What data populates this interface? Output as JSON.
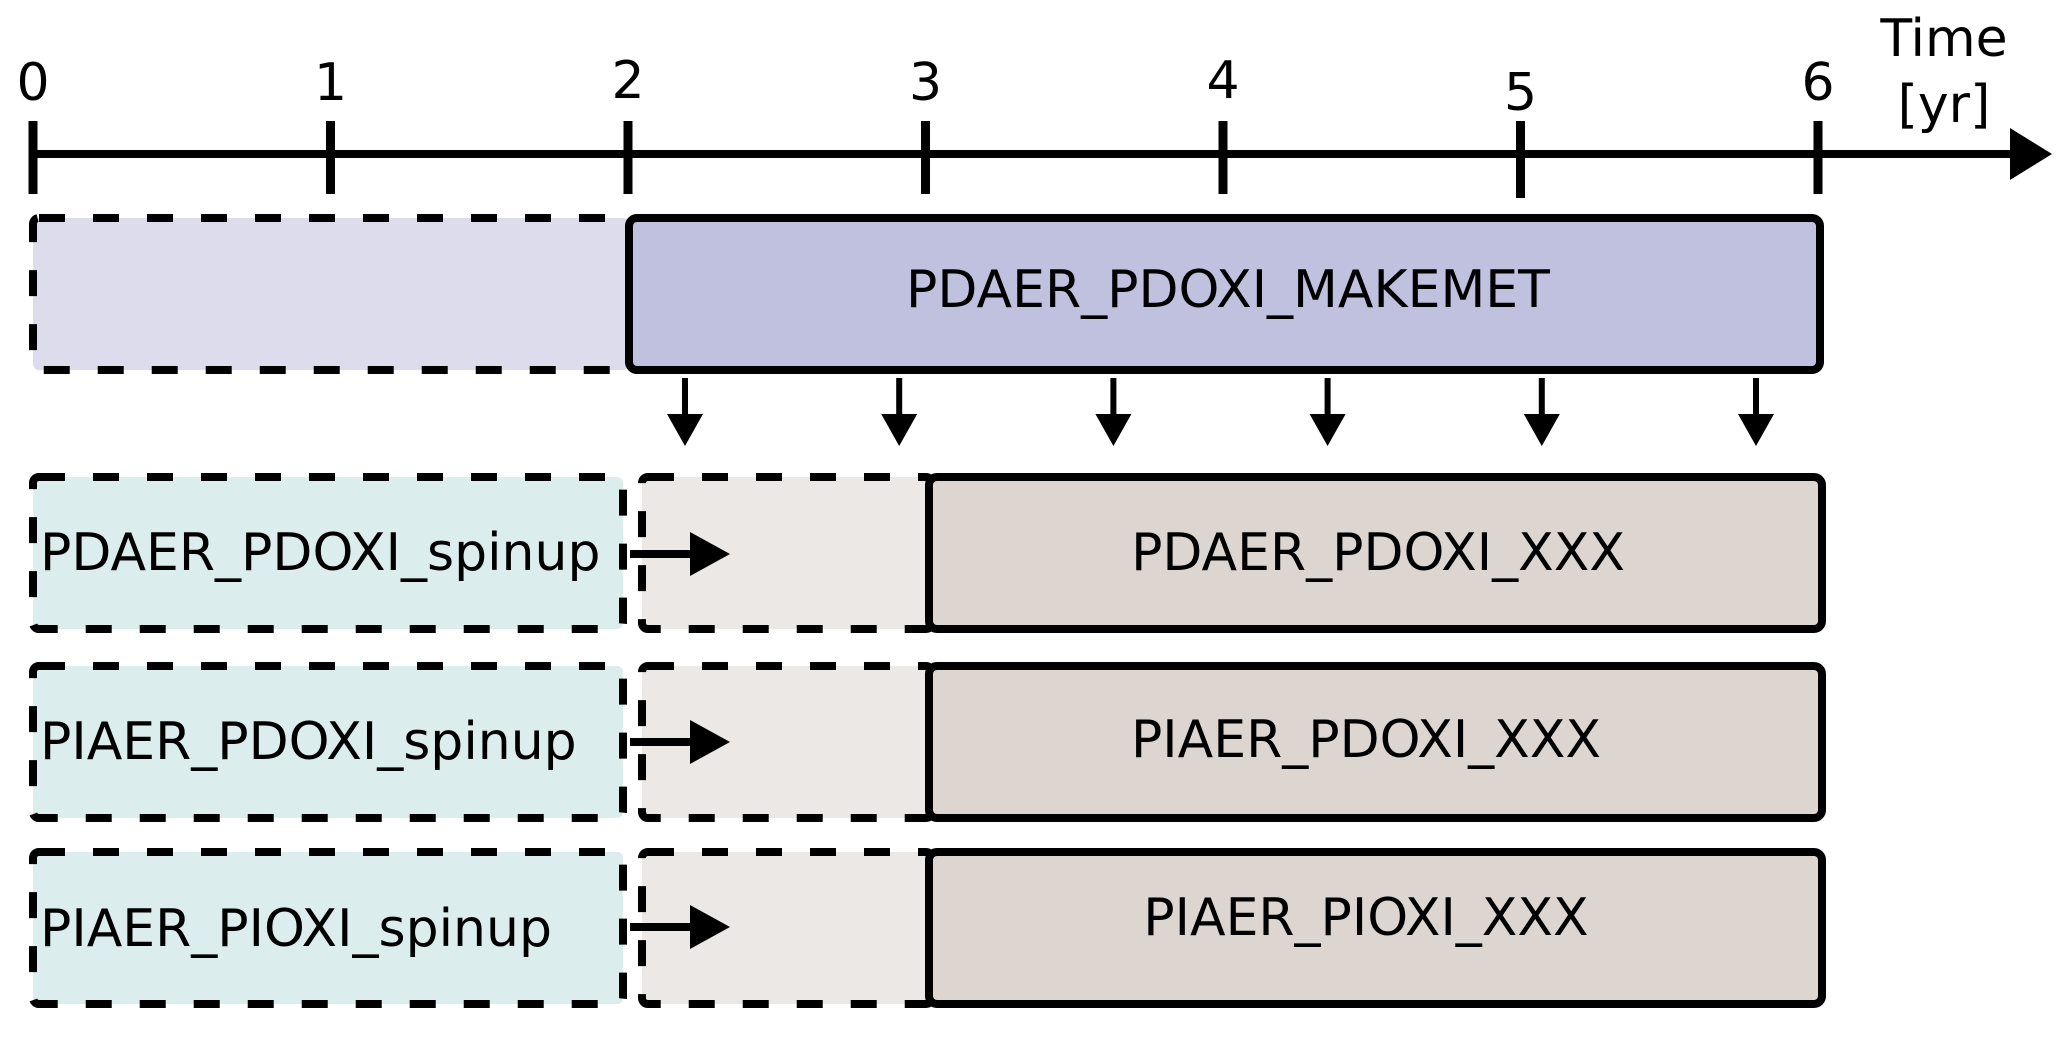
{
  "axis": {
    "label_line1": "Time",
    "label_line2": "[yr]",
    "ticks": [
      "0",
      "1",
      "2",
      "3",
      "4",
      "5",
      "6"
    ]
  },
  "makemet": {
    "label": "PDAER_PDOXI_MAKEMET",
    "dashed_span_years": [
      0,
      2
    ],
    "solid_span_years": [
      2,
      6
    ],
    "output_arrow_count": 6
  },
  "rows": [
    {
      "spinup_label": "PDAER_PDOXI_spinup",
      "run_label": "PDAER_PDOXI_XXX"
    },
    {
      "spinup_label": "PIAER_PDOXI_spinup",
      "run_label": "PIAER_PDOXI_XXX"
    },
    {
      "spinup_label": "PIAER_PIOXI_spinup",
      "run_label": "PIAER_PIOXI_XXX"
    }
  ],
  "row_spans_years": {
    "spinup": [
      0,
      2
    ],
    "transition": [
      2,
      3
    ],
    "run": [
      3,
      6
    ]
  },
  "colors": {
    "makemet_dashed": "#dcdcec",
    "makemet_solid": "#c0c0df",
    "spinup": "#dbeded",
    "transition": "#ece8e5",
    "run": "#ddd5d0",
    "stroke": "#000000"
  }
}
